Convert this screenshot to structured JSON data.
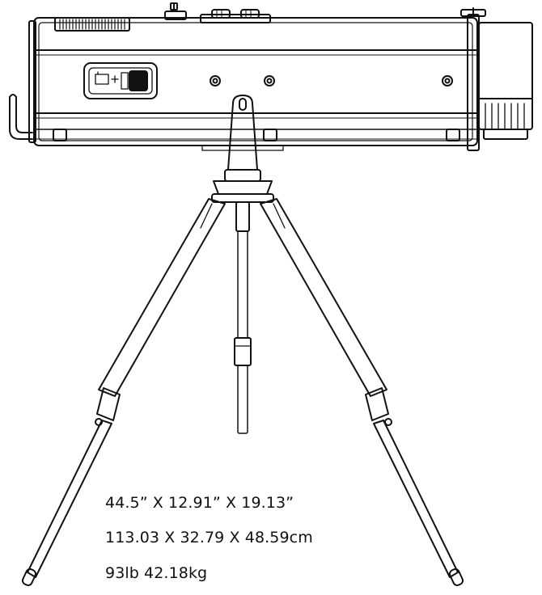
{
  "specs": {
    "dimensions_in": "44.5” X 12.91” X 19.13”",
    "dimensions_cm": "113.03 X 32.79 X 48.59cm",
    "weight": "93lb 42.18kg"
  },
  "colors": {
    "line": "#111111",
    "background": "#ffffff"
  },
  "icons": [
    "follow-spot-light-body",
    "tripod-stand",
    "control-panel-icon",
    "cooling-vent-icon"
  ]
}
